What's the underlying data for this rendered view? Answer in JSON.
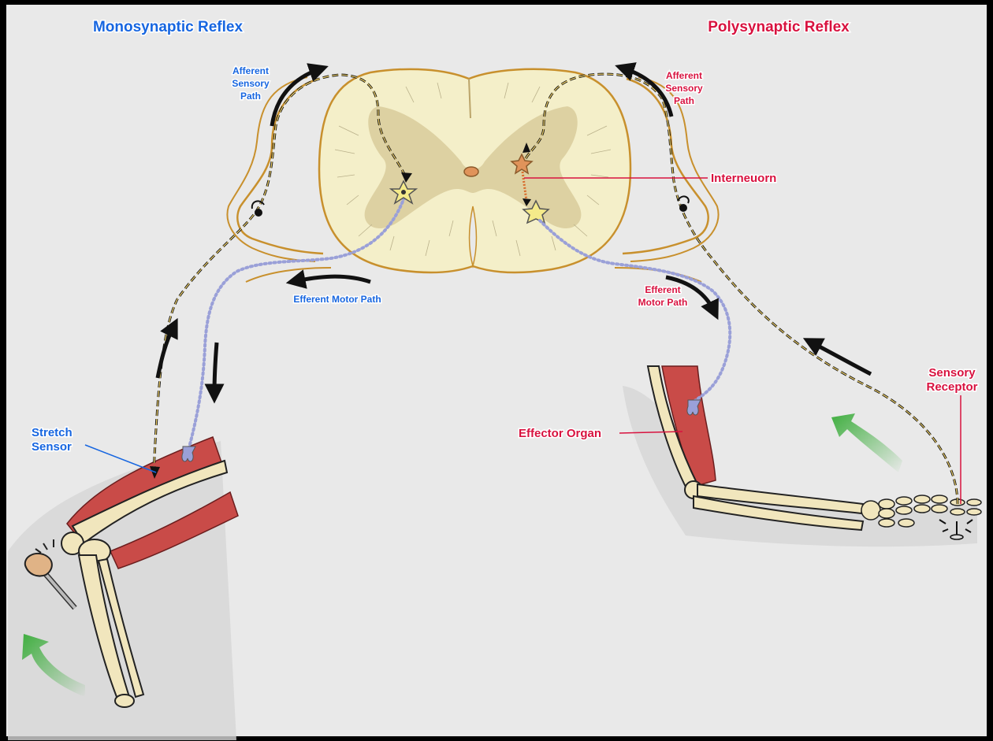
{
  "titles": {
    "mono": "Monosynaptic Reflex",
    "poly": "Polysynaptic Reflex"
  },
  "labels": {
    "mono_afferent": [
      "Afferent",
      "Sensory",
      "Path"
    ],
    "mono_efferent": "Efferent Motor Path",
    "mono_stretch_sensor": [
      "Stretch",
      "Sensor"
    ],
    "poly_afferent": [
      "Afferent",
      "Sensory",
      "Path"
    ],
    "poly_interneuron": "Interneuorn",
    "poly_efferent": [
      "Efferent",
      "Motor Path"
    ],
    "poly_sensory_receptor": [
      "Sensory",
      "Receptor"
    ],
    "poly_effector_organ": "Effector Organ"
  },
  "colors": {
    "mono_accent": "#1766e0",
    "poly_accent": "#d8123f",
    "background": "#e8e8e8",
    "cord_white_matter": "#f4efc9",
    "cord_gray_matter": "#ddd1a2",
    "nerve_outline": "#c8902d",
    "muscle": "#c94b48",
    "bone": "#f1e6bd",
    "motor_path": "#9aa0d8",
    "movement_arrow": "#3fae3f"
  },
  "icons": {
    "movement": "curved-green-arrow-icon",
    "hammer": "reflex-hammer-icon",
    "tack": "tack-icon",
    "neuron": "star-neuron-icon"
  }
}
